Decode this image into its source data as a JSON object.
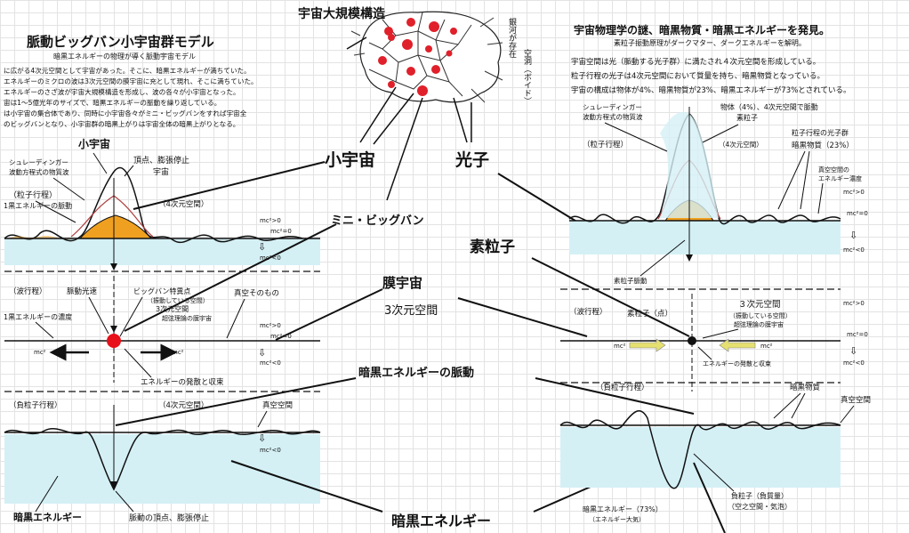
{
  "top": {
    "title": "宇宙大規模構造",
    "side_label_1": "銀河が存在",
    "side_label_2": "空洞（ボイド）"
  },
  "left": {
    "title": "脈動ビッグバン小宇宙群モデル",
    "subtitle": "暗黒エネルギーの物理が導く脈動宇宙モデル",
    "intro": [
      "に広がる4次元空間として宇宙があった。そこに、暗黒エネルギーが満ちていた。",
      "エネルギーのミクロの波は3次元空間の膜宇宙に充として現れ、そこに満ちていた。",
      "エネルギーのさざ波が宇宙大規模構造を形成し、波の各々が小宇宙となった。",
      "宙は1〜5億光年のサイズで、暗黒エネルギーの脈動を繰り返している。",
      "は小宇宙の集合体であり、同時に小宇宙各々がミニ・ビッグバンをすれば宇宙全",
      "のビッグバンとなり、小宇宙群の暗黒上がりは宇宙全体の暗黒上がりとなる。"
    ],
    "p1": {
      "microuniverse": "小宇宙",
      "peak": "頂点、膨張停止",
      "peak2": "宇宙",
      "schrodinger": "シュレーディンガー",
      "schrodinger2": "波動方程式の物質波",
      "particle": "（粒子行程）",
      "pulse": "1黒エネルギーの脈動",
      "space4": "（4次元空間）",
      "mc_pos": "mc²>0",
      "mc_zero": "mc²=0",
      "mc_neg": "mc²<0"
    },
    "p2": {
      "wave": "（波行程）",
      "pulse_speed": "脈動光速",
      "bigbang_point": "ビッグバン特異点",
      "bigbang_point2": "（振動している空間）",
      "space3": "3次元空間",
      "space3b": "超弦理論の膜宇宙",
      "vacuum": "真空そのもの",
      "density": "1黒エネルギーの濃度",
      "mc_left": "mc²",
      "mc_right": "mc²",
      "mc_pos": "mc²>0",
      "mc_zero": "mc²=0",
      "mc_neg": "mc²<0",
      "divergence": "エネルギーの発散と収束"
    },
    "p3": {
      "neg": "（負粒子行程）",
      "space4": "（4次元空間）",
      "vacuum": "真空空間",
      "mc_neg": "mc²<0",
      "dark": "暗黒エネルギー",
      "apex": "脈動の頂点、膨張停止"
    }
  },
  "center": {
    "microuniverse": "小宇宙",
    "photon": "光子",
    "mini_bigbang": "ミニ・ビッグバン",
    "elementary": "素粒子",
    "membrane": "膜宇宙",
    "space3": "3次元空間",
    "dark_pulse": "暗黒エネルギーの脈動",
    "dark": "暗黒エネルギー"
  },
  "right": {
    "title": "宇宙物理学の謎、暗黒物質・暗黒エネルギーを発見。",
    "subtitle": "素粒子振動原理がダークマター、ダークエネルギーを解明。",
    "intro": [
      "宇宙空間は光（脈動する光子群）に満たされ４次元空間を形成している。",
      "粒子行程の光子は4次元空間において質量を持ち、暗黒物質となっている。",
      "宇宙の構成は物体が4%、暗黒物質が23%、暗黒エネルギーが73%とされている。"
    ],
    "p1": {
      "schrodinger": "シュレーディンガー",
      "schrodinger2": "波動方程式の物質波",
      "matter": "物体（4%）、4次元空間で脈動",
      "elementary": "素粒子",
      "particle": "（粒子行程）",
      "space4": "（4次元空間）",
      "photon_group": "粒子行程の光子群",
      "dark_matter": "暗黒物質（23%）",
      "vacuum": "真空空間の",
      "vacuum2": "エネルギー濃度",
      "mc_pos": "mc²>0",
      "mc_zero": "mc²=0",
      "mc_neg": "mc²<0",
      "pulse": "素粒子脈動"
    },
    "p2": {
      "wave": "（波行程）",
      "elem_point": "素粒子（点）",
      "space3": "３次元空間",
      "space3b": "（振動している空間）",
      "space3c": "超弦理論の膜宇宙",
      "mc_left": "mc²",
      "mc_right": "mc²",
      "mc_pos": "mc²>0",
      "mc_zero": "mc²=0",
      "mc_neg": "mc²<0",
      "divergence": "エネルギーの発散と収束"
    },
    "p3": {
      "neg": "（負粒子行程）",
      "dark_matter": "暗黒物質",
      "vacuum": "真空空間",
      "dark": "暗黒エネルギー（73%）",
      "dark2": "（エネルギー大気）",
      "negparticle": "負粒子（負質量）",
      "negparticle2": "（空之空間・気泡）"
    }
  }
}
